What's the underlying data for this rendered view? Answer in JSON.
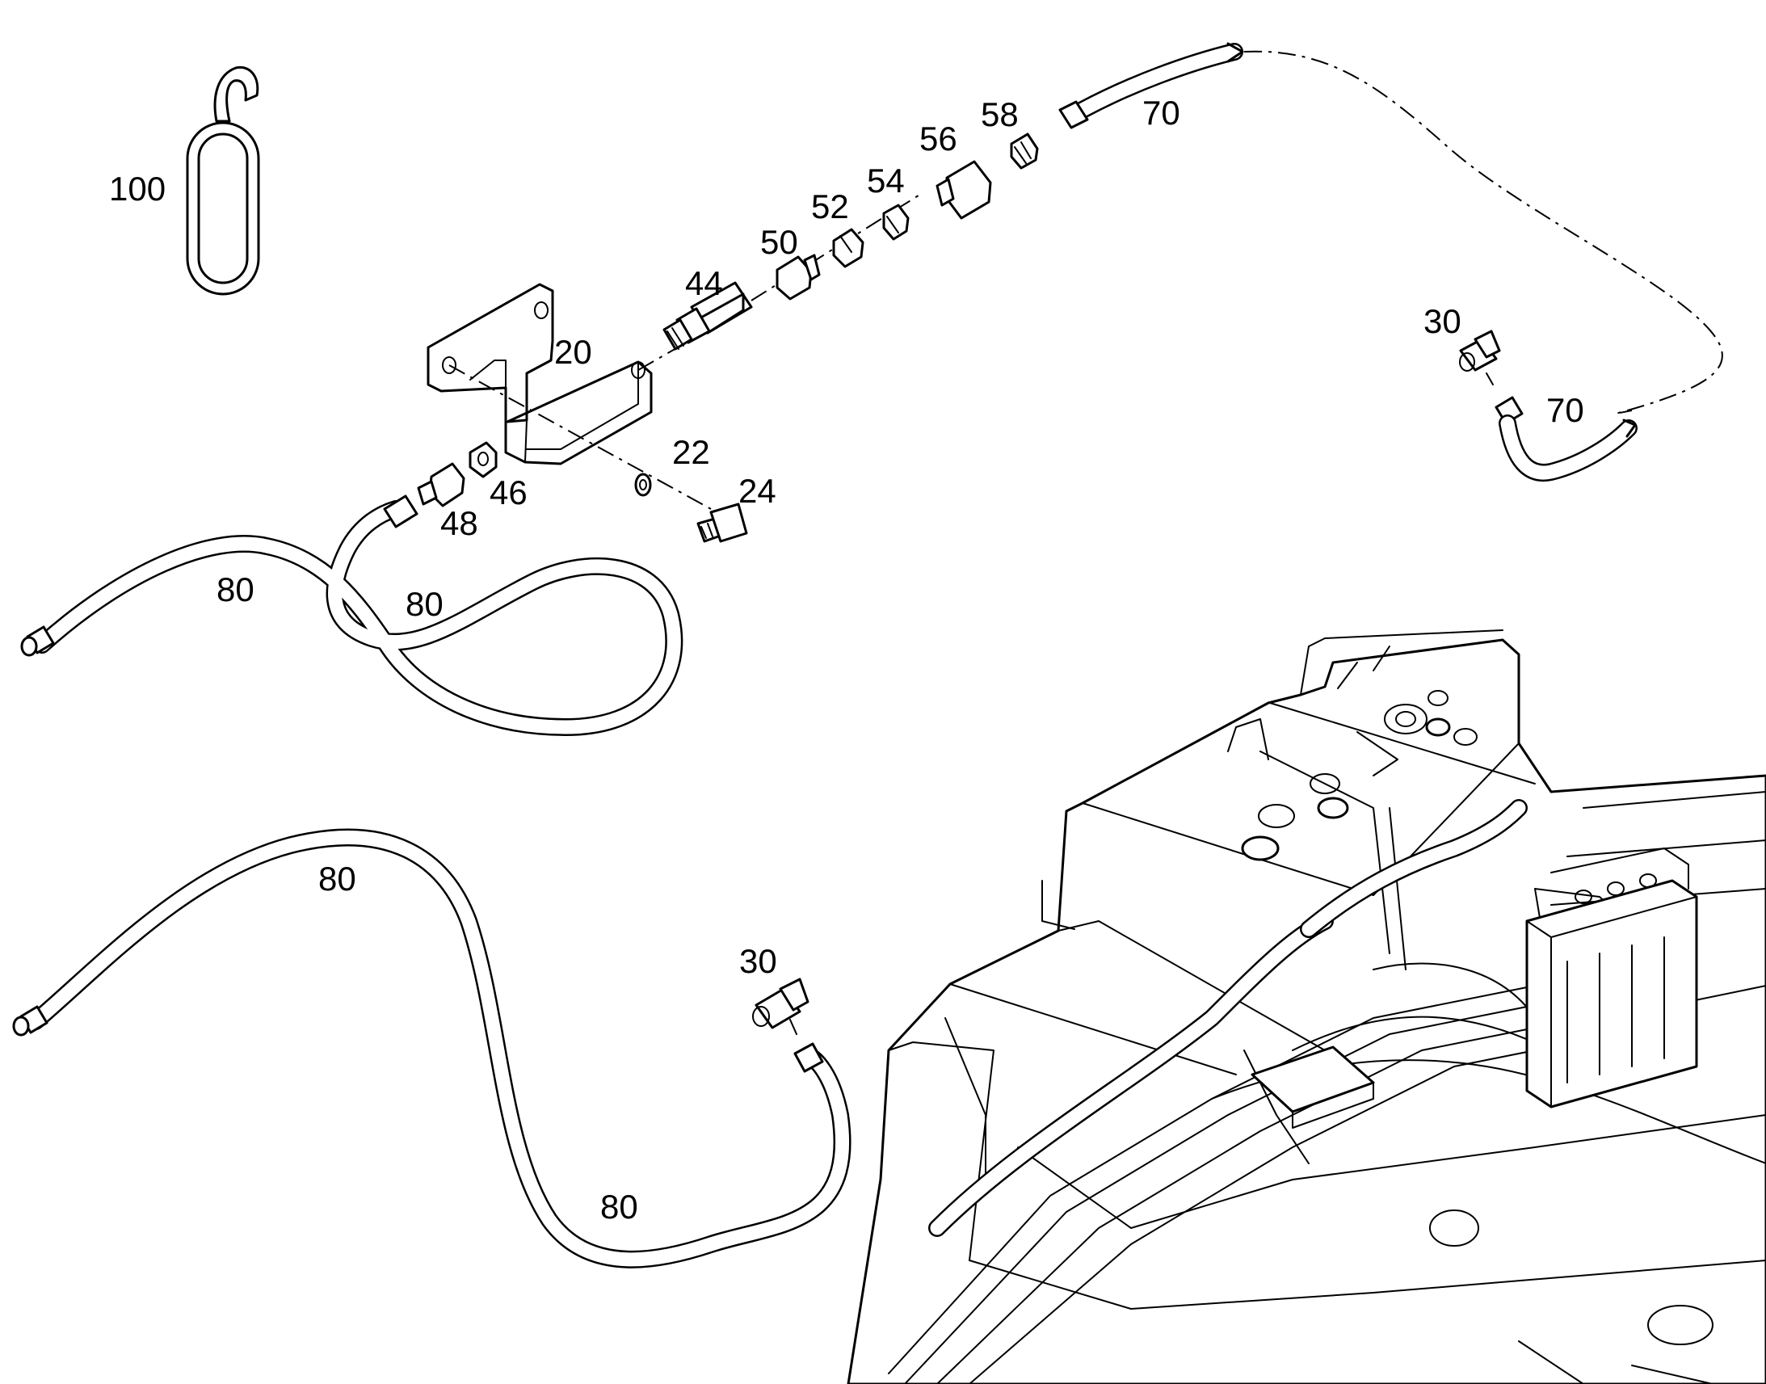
{
  "colors": {
    "line": "#000000",
    "background": "#ffffff"
  },
  "labels": {
    "p100": "100",
    "p20": "20",
    "p22": "22",
    "p24": "24",
    "p30a": "30",
    "p30b": "30",
    "p44": "44",
    "p46": "46",
    "p48": "48",
    "p50": "50",
    "p52": "52",
    "p54": "54",
    "p56": "56",
    "p58": "58",
    "p70a": "70",
    "p70b": "70",
    "p80a": "80",
    "p80b": "80",
    "p80c": "80",
    "p80d": "80"
  }
}
